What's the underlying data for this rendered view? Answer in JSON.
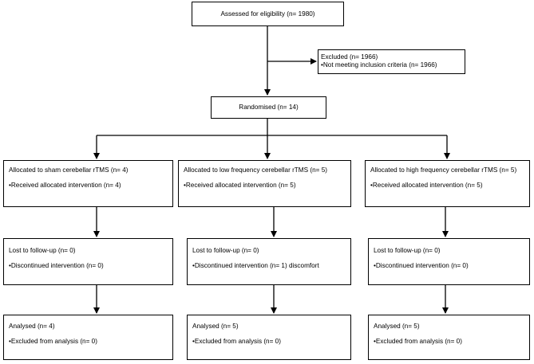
{
  "assessed": "Assessed for eligibility (n= 1980)",
  "excluded": {
    "title": "Excluded  (n= 1966)",
    "reason": "•Not meeting inclusion criteria (n= 1966)"
  },
  "randomised": "Randomised (n= 14)",
  "arms": [
    {
      "allocated": "Allocated to sham cerebellar rTMS (n= 4)",
      "received": "•Received allocated intervention (n=  4)",
      "lost": "Lost to follow-up (n= 0)",
      "discontinued": "•Discontinued intervention (n= 0)",
      "analysed": "Analysed  (n=  4)",
      "excluded_analysis": "•Excluded from analysis (n= 0)"
    },
    {
      "allocated": "Allocated to low frequency cerebellar rTMS (n= 5)",
      "received": "•Received allocated intervention (n=  5)",
      "lost": "Lost to follow-up (n= 0)",
      "discontinued": "•Discontinued intervention (n= 1) discomfort",
      "analysed": "Analysed  (n=  5)",
      "excluded_analysis": "•Excluded from analysis (n= 0)"
    },
    {
      "allocated": "Allocated to high frequency cerebellar rTMS (n= 5)",
      "received": "•Received allocated intervention (n=  5)",
      "lost": "Lost to follow-up (n= 0)",
      "discontinued": "•Discontinued intervention (n= 0)",
      "analysed": "Analysed  (n=  5)",
      "excluded_analysis": "•Excluded from analysis (n= 0)"
    }
  ]
}
